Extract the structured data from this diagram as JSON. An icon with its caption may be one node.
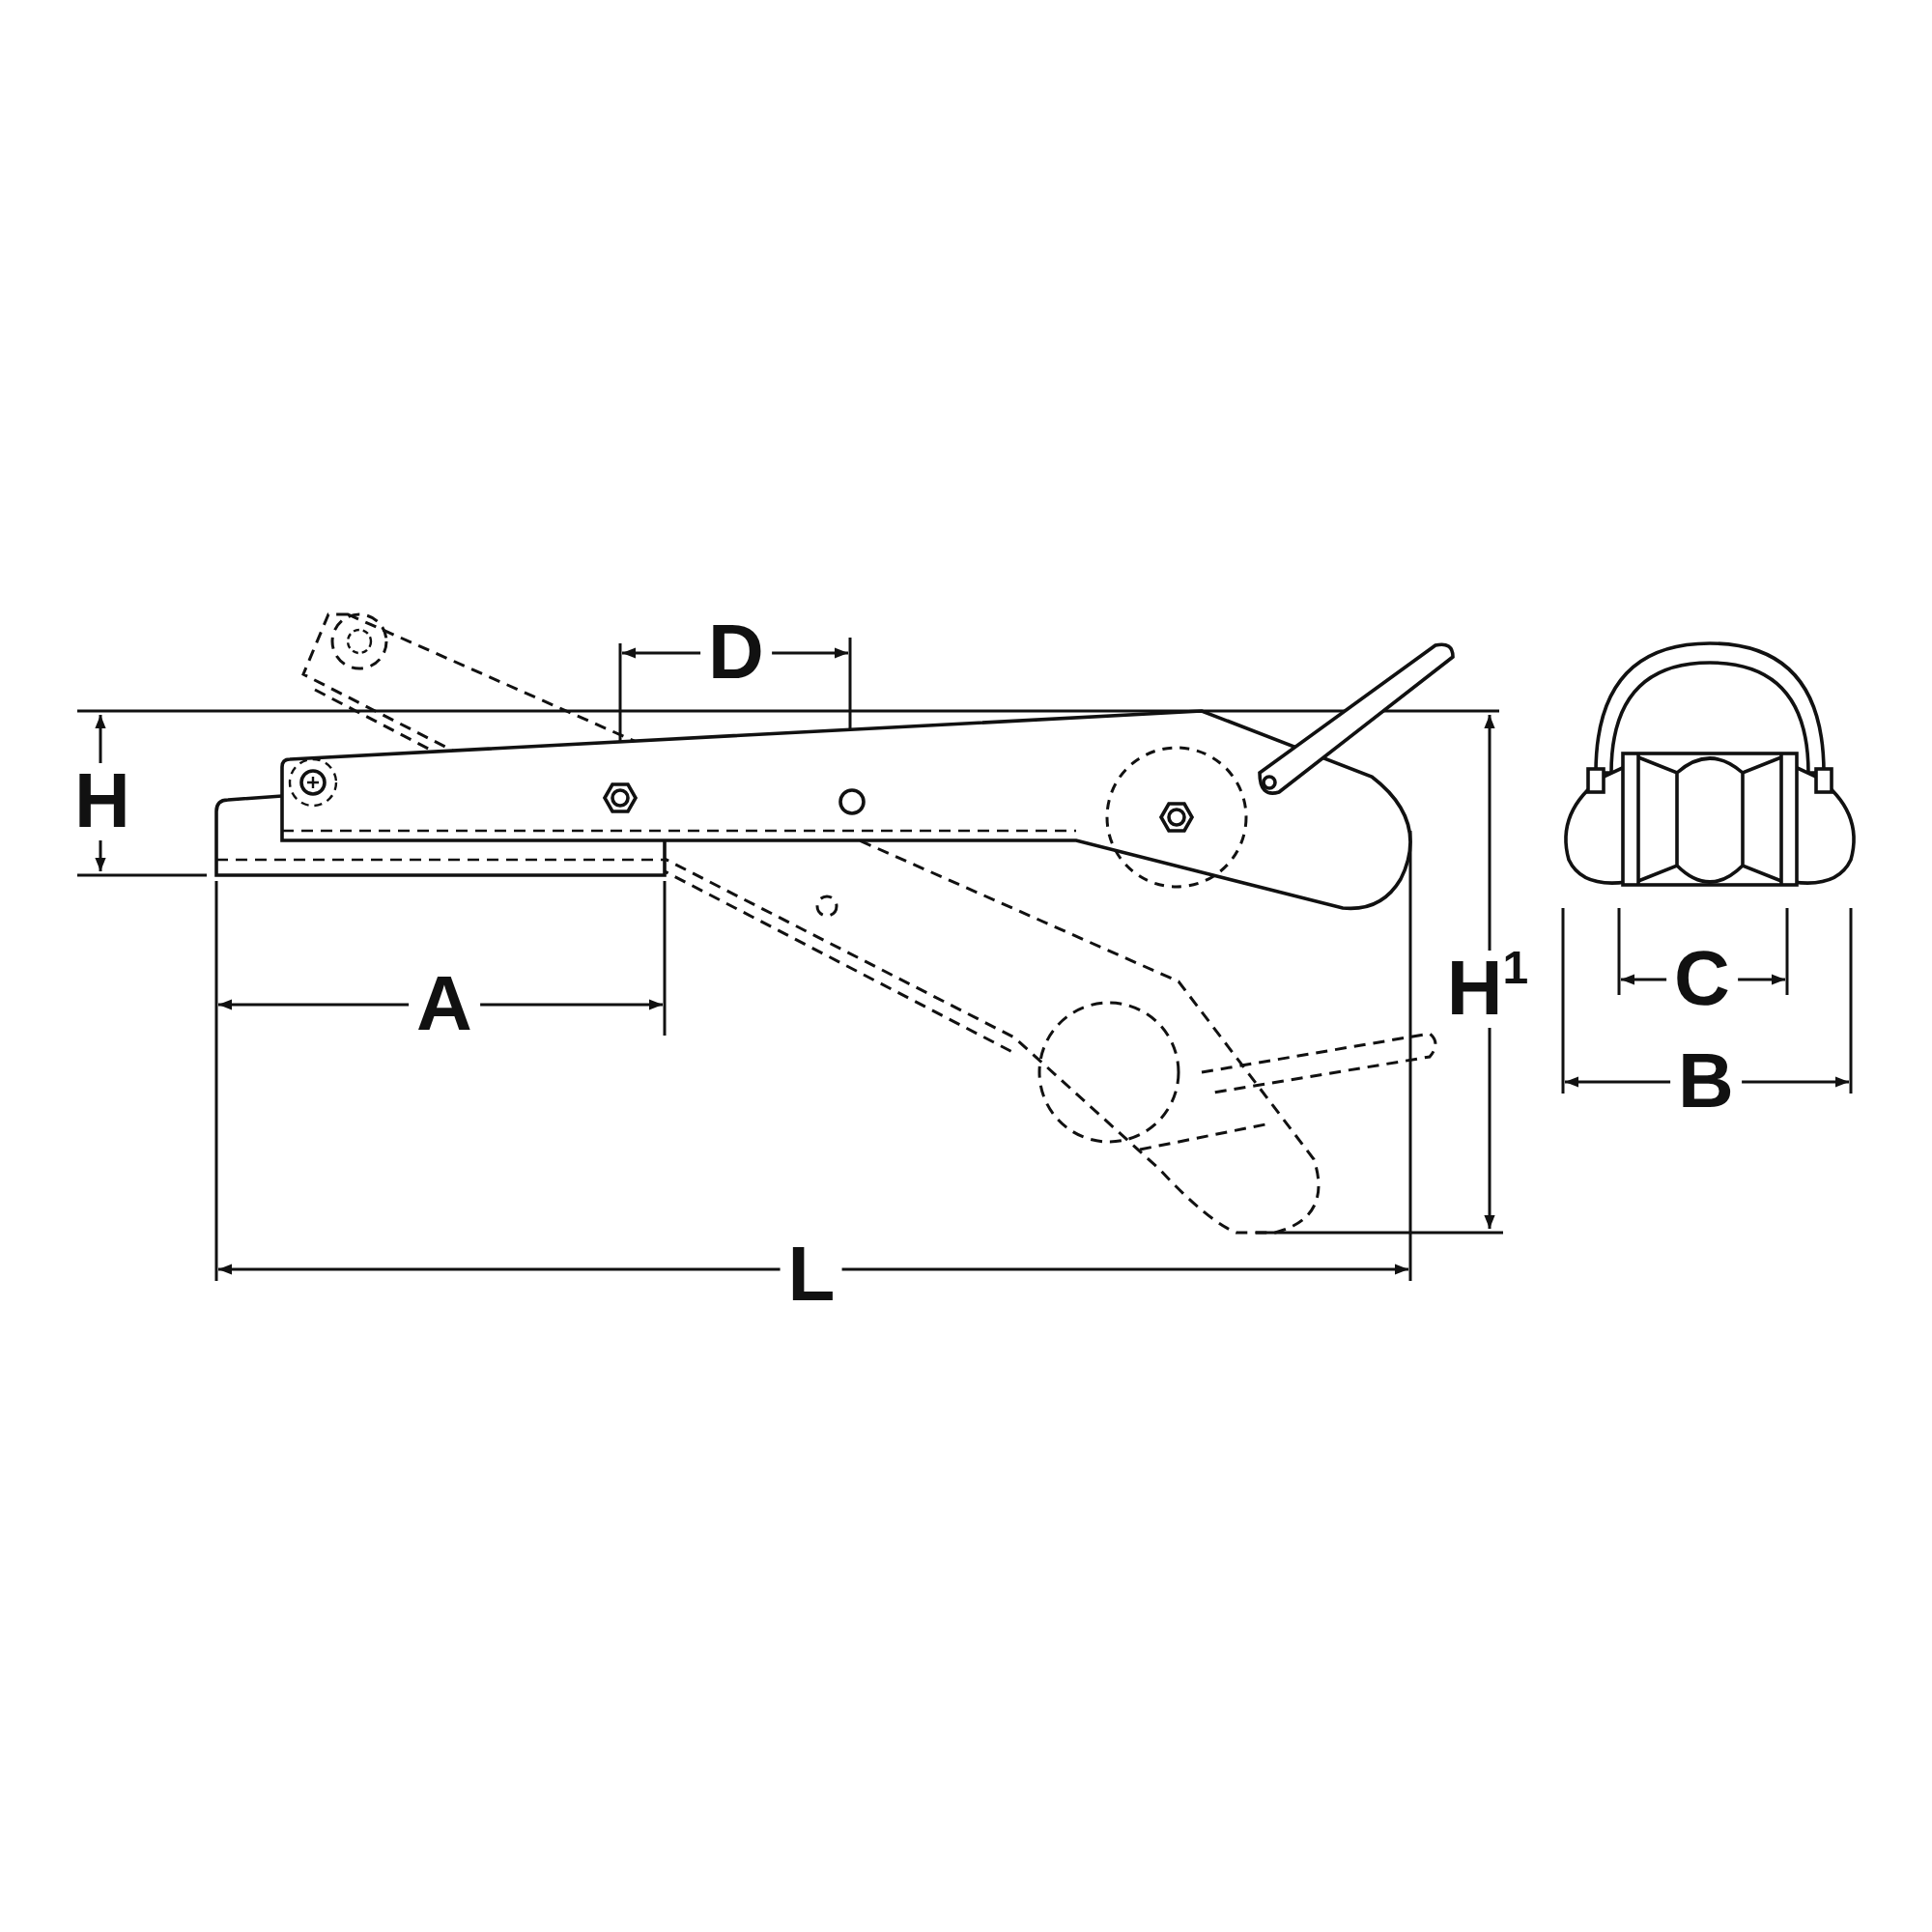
{
  "diagram": {
    "labels": [
      "D",
      "H",
      "C",
      "H$^{1}$",
      "A",
      "B",
      "L"
    ]
  }
}
